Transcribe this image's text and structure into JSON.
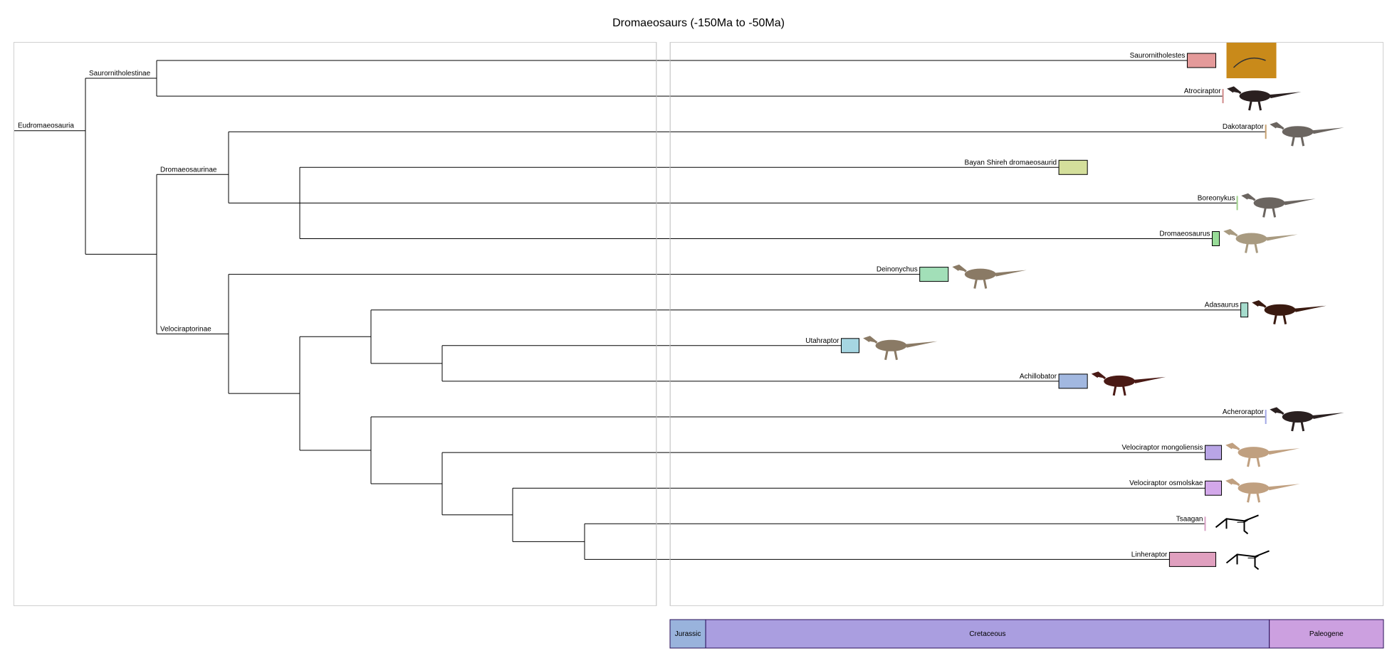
{
  "title": "Dromaeosaurs (-150Ma to -50Ma)",
  "tree": {
    "root": "Eudromaeosauria",
    "clades": [
      "Saurornitholestinae",
      "Dromaeosaurinae",
      "Velociraptorinae"
    ]
  },
  "taxa": [
    {
      "name": "Saurornitholestes",
      "color": "#e49a9a",
      "range": [
        -77.5,
        -73.5
      ],
      "image": "skeleton-photo"
    },
    {
      "name": "Atrociraptor",
      "color": "#d08a8a",
      "range": [
        -72.5,
        -72.5
      ],
      "image": "feathered-black"
    },
    {
      "name": "Dakotaraptor",
      "color": "#c7a070",
      "range": [
        -66.5,
        -66.5
      ],
      "image": "feathered-grey"
    },
    {
      "name": "Bayan Shireh dromaeosaurid",
      "color": "#d4df9b",
      "range": [
        -95.5,
        -91.5
      ],
      "image": null
    },
    {
      "name": "Boreonykus",
      "color": "#9ed08a",
      "range": [
        -70.5,
        -70.5
      ],
      "image": "feathered-grey"
    },
    {
      "name": "Dromaeosaurus",
      "color": "#98dc98",
      "range": [
        -74,
        -73
      ],
      "image": "running-tan"
    },
    {
      "name": "Deinonychus",
      "color": "#a2dfb8",
      "range": [
        -115,
        -111
      ],
      "image": "feathered-brown"
    },
    {
      "name": "Adasaurus",
      "color": "#a5dccd",
      "range": [
        -70,
        -69
      ],
      "image": "dark-brown"
    },
    {
      "name": "Utahraptor",
      "color": "#a6d6e2",
      "range": [
        -126,
        -123.5
      ],
      "image": "feathered-brown"
    },
    {
      "name": "Achillobator",
      "color": "#a2b8e0",
      "range": [
        -95.5,
        -91.5
      ],
      "image": "dark-red"
    },
    {
      "name": "Acheroraptor",
      "color": "#a2a8e6",
      "range": [
        -66.5,
        -66.5
      ],
      "image": "feathered-black"
    },
    {
      "name": "Velociraptor mongoliensis",
      "color": "#b9a5e6",
      "range": [
        -75,
        -72.7
      ],
      "image": "feathered-orange"
    },
    {
      "name": "Velociraptor osmolskae",
      "color": "#d3a8ea",
      "range": [
        -75,
        -72.7
      ],
      "image": "feathered-orange"
    },
    {
      "name": "Tsaagan",
      "color": "#d8a0c4",
      "range": [
        -75,
        -75
      ],
      "image": "skeleton-drawing"
    },
    {
      "name": "Linheraptor",
      "color": "#e0a0bf",
      "range": [
        -80,
        -73.5
      ],
      "image": "skeleton-drawing"
    }
  ],
  "periods": [
    {
      "name": "Jurassic",
      "start": -150,
      "end": -145,
      "color": "#99b3dc"
    },
    {
      "name": "Cretaceous",
      "start": -145,
      "end": -66,
      "color": "#aa9ee0"
    },
    {
      "name": "Paleogene",
      "start": -66,
      "end": -50,
      "color": "#cca0e0"
    }
  ],
  "axis": {
    "min": -150,
    "max": -50
  }
}
